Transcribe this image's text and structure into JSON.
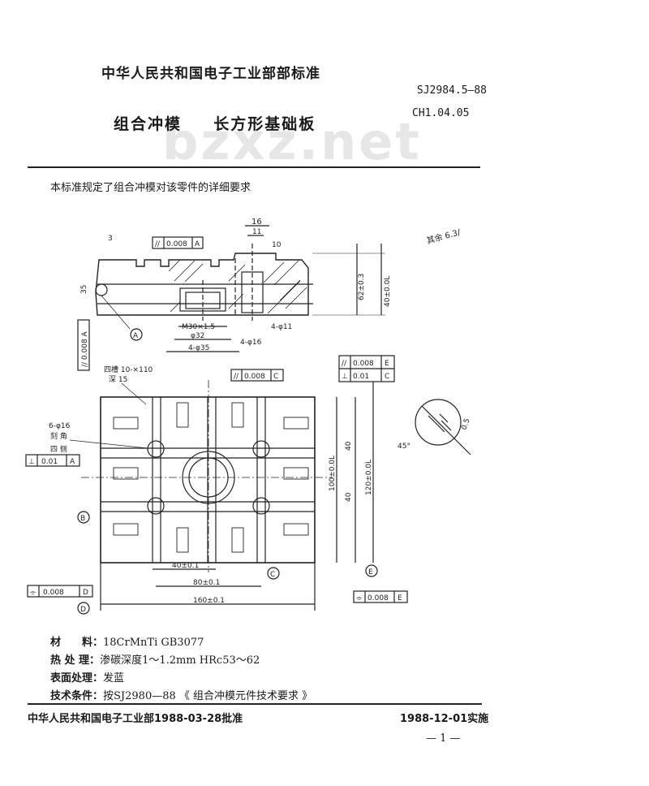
{
  "header": {
    "org": "中华人民共和国电子工业部部标准",
    "code": "SJ2984.5—88",
    "subcode": "CH1.04.05",
    "title_part1": "组合冲模",
    "title_part2": "长方形基础板",
    "watermark": "bzxz.net"
  },
  "scope": "本标准规定了组合冲模对该零件的详细要求",
  "drawing": {
    "roughness_note": "其余 6.3/",
    "top_tol_frame": {
      "symbol": "//",
      "value": "0.008",
      "ref": "A"
    },
    "frame_center": {
      "symbol": "//",
      "value": "0.008",
      "ref": "C"
    },
    "frame_right_1": {
      "symbol": "//",
      "value": "0.008",
      "ref": "E"
    },
    "frame_right_2": {
      "symbol": "⊥",
      "value": "0.01",
      "ref": "C"
    },
    "frame_left_perp": {
      "symbol": "⊥",
      "value": "0.01",
      "ref": "A"
    },
    "frame_left_parallel": "// 0.008 A",
    "frame_flat_d": {
      "symbol": "⌯",
      "value": "0.008",
      "ref": "D"
    },
    "frame_flat_e": {
      "symbol": "⌯",
      "value": "0.008",
      "ref": "E"
    },
    "dim_16": "16",
    "dim_11": "11",
    "dim_3": "3",
    "dim_10": "10",
    "dim_35": "35",
    "dim_62": "62±0.3",
    "dim_40_top": "40±0.0L",
    "dim_m30": "M30×1.5",
    "dim_phi32": "φ32",
    "dim_4_phi35": "4-φ35",
    "dim_4_phi11": "4-φ11",
    "dim_4_phi16": "4-φ16",
    "dim_6_phi16": "6-φ16",
    "dim_6_phi16_note": "刻 角",
    "dim_slot": "四槽 10-×110",
    "dim_slot_depth": "深 15",
    "left_note": "四 侧",
    "dim_40_a": "40",
    "dim_40_b": "40",
    "dim_100": "100±0.0L",
    "dim_120": "120±0.0L",
    "dim_40_bottom": "40±0.1",
    "dim_80": "80±0.1",
    "dim_160": "160±0.1",
    "dim_45": "45°",
    "dim_05": "0.5",
    "label_A": "A",
    "label_B": "B",
    "label_C": "C",
    "label_D": "D",
    "label_E": "E"
  },
  "specs": [
    {
      "key": "材　　料：",
      "value": "18CrMnTi  GB3077"
    },
    {
      "key": "热 处 理：",
      "value": "渗碳深度1～1.2mm  HRc53～62"
    },
    {
      "key": "表面处理：",
      "value": "发蓝"
    },
    {
      "key": "技术条件：",
      "value": "按SJ2980—88 《 组合冲模元件技术要求 》"
    }
  ],
  "footer": {
    "left": "中华人民共和国电子工业部1988-03-28批准",
    "right": "1988-12-01实施",
    "page": "— 1 —"
  }
}
